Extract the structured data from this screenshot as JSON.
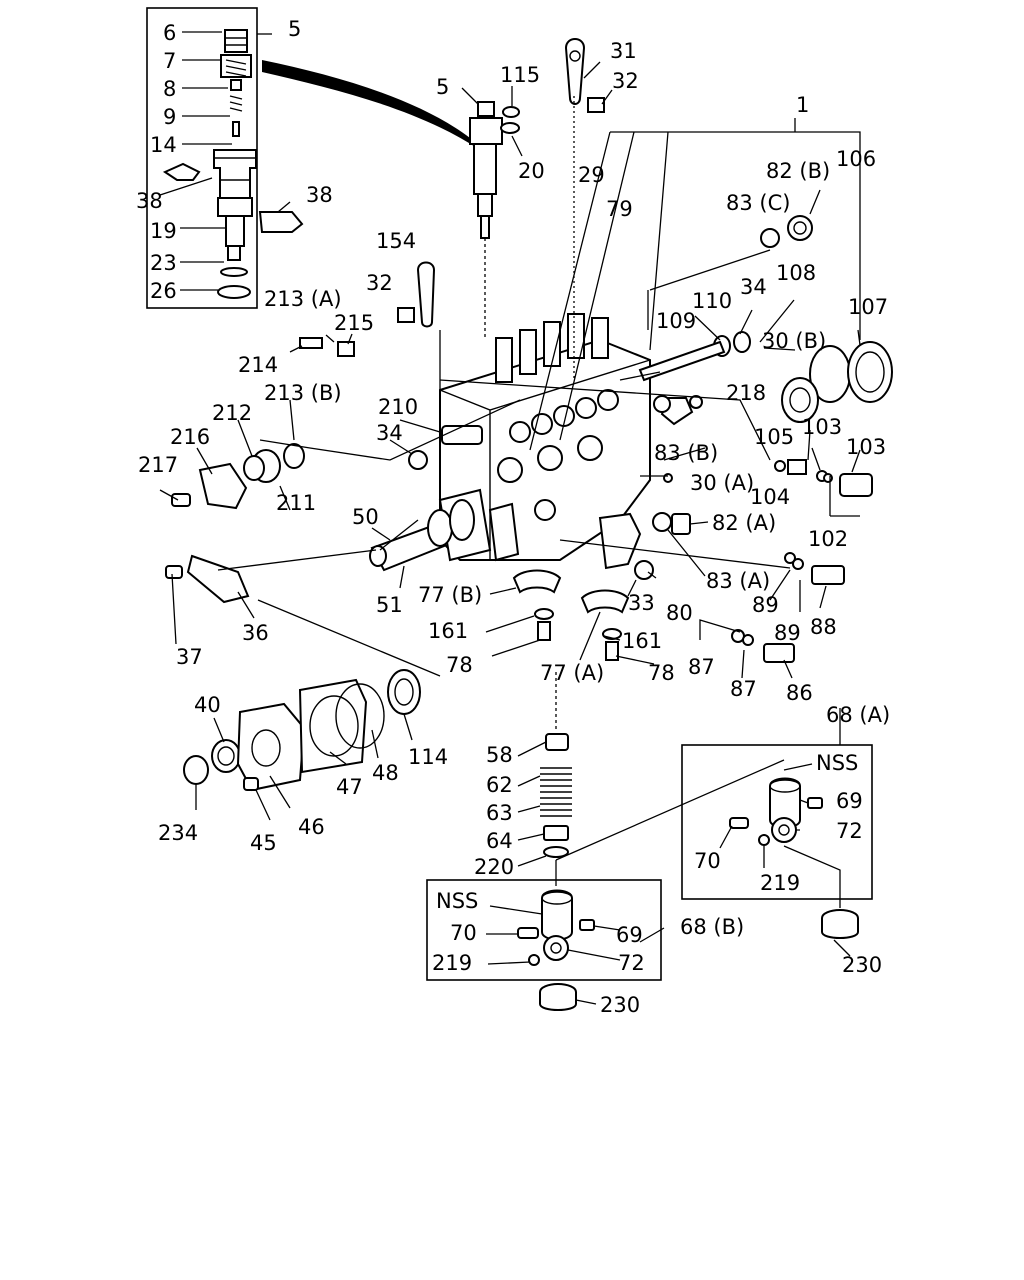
{
  "diagram": {
    "type": "exploded-parts-diagram",
    "callouts": [
      {
        "id": "c-6",
        "text": "6"
      },
      {
        "id": "c-5a",
        "text": "5"
      },
      {
        "id": "c-7",
        "text": "7"
      },
      {
        "id": "c-8",
        "text": "8"
      },
      {
        "id": "c-9",
        "text": "9"
      },
      {
        "id": "c-14",
        "text": "14"
      },
      {
        "id": "c-38a",
        "text": "38"
      },
      {
        "id": "c-38b",
        "text": "38"
      },
      {
        "id": "c-19",
        "text": "19"
      },
      {
        "id": "c-23",
        "text": "23"
      },
      {
        "id": "c-26",
        "text": "26"
      },
      {
        "id": "c-5b",
        "text": "5"
      },
      {
        "id": "c-115",
        "text": "115"
      },
      {
        "id": "c-20",
        "text": "20"
      },
      {
        "id": "c-31",
        "text": "31"
      },
      {
        "id": "c-32a",
        "text": "32"
      },
      {
        "id": "c-1",
        "text": "1"
      },
      {
        "id": "c-29",
        "text": "29"
      },
      {
        "id": "c-79",
        "text": "79"
      },
      {
        "id": "c-82b",
        "text": "82 (B)"
      },
      {
        "id": "c-106",
        "text": "106"
      },
      {
        "id": "c-83c",
        "text": "83 (C)"
      },
      {
        "id": "c-154",
        "text": "154"
      },
      {
        "id": "c-32b",
        "text": "32"
      },
      {
        "id": "c-108",
        "text": "108"
      },
      {
        "id": "c-110",
        "text": "110"
      },
      {
        "id": "c-34a",
        "text": "34"
      },
      {
        "id": "c-107",
        "text": "107"
      },
      {
        "id": "c-109",
        "text": "109"
      },
      {
        "id": "c-213a",
        "text": "213 (A)"
      },
      {
        "id": "c-215",
        "text": "215"
      },
      {
        "id": "c-30b",
        "text": "30 (B)"
      },
      {
        "id": "c-214",
        "text": "214"
      },
      {
        "id": "c-213b",
        "text": "213 (B)"
      },
      {
        "id": "c-218",
        "text": "218"
      },
      {
        "id": "c-210",
        "text": "210"
      },
      {
        "id": "c-212",
        "text": "212"
      },
      {
        "id": "c-105",
        "text": "105"
      },
      {
        "id": "c-103a",
        "text": "103"
      },
      {
        "id": "c-103b",
        "text": "103"
      },
      {
        "id": "c-216",
        "text": "216"
      },
      {
        "id": "c-34b",
        "text": "34"
      },
      {
        "id": "c-83b",
        "text": "83 (B)"
      },
      {
        "id": "c-217",
        "text": "217"
      },
      {
        "id": "c-30a",
        "text": "30 (A)"
      },
      {
        "id": "c-104",
        "text": "104"
      },
      {
        "id": "c-211",
        "text": "211"
      },
      {
        "id": "c-82a",
        "text": "82 (A)"
      },
      {
        "id": "c-102",
        "text": "102"
      },
      {
        "id": "c-50",
        "text": "50"
      },
      {
        "id": "c-83a",
        "text": "83 (A)"
      },
      {
        "id": "c-89a",
        "text": "89"
      },
      {
        "id": "c-88",
        "text": "88"
      },
      {
        "id": "c-51",
        "text": "51"
      },
      {
        "id": "c-77b",
        "text": "77 (B)"
      },
      {
        "id": "c-33",
        "text": "33"
      },
      {
        "id": "c-80",
        "text": "80"
      },
      {
        "id": "c-89b",
        "text": "89"
      },
      {
        "id": "c-161a",
        "text": "161"
      },
      {
        "id": "c-161b",
        "text": "161"
      },
      {
        "id": "c-36",
        "text": "36"
      },
      {
        "id": "c-37",
        "text": "37"
      },
      {
        "id": "c-78a",
        "text": "78"
      },
      {
        "id": "c-77a",
        "text": "77 (A)"
      },
      {
        "id": "c-78b",
        "text": "78"
      },
      {
        "id": "c-87a",
        "text": "87"
      },
      {
        "id": "c-87b",
        "text": "87"
      },
      {
        "id": "c-86",
        "text": "86"
      },
      {
        "id": "c-68a",
        "text": "68 (A)"
      },
      {
        "id": "c-40",
        "text": "40"
      },
      {
        "id": "c-114",
        "text": "114"
      },
      {
        "id": "c-58",
        "text": "58"
      },
      {
        "id": "c-nss-a",
        "text": "NSS"
      },
      {
        "id": "c-48",
        "text": "48"
      },
      {
        "id": "c-47",
        "text": "47"
      },
      {
        "id": "c-62",
        "text": "62"
      },
      {
        "id": "c-69a",
        "text": "69"
      },
      {
        "id": "c-63",
        "text": "63"
      },
      {
        "id": "c-72a",
        "text": "72"
      },
      {
        "id": "c-234",
        "text": "234"
      },
      {
        "id": "c-46",
        "text": "46"
      },
      {
        "id": "c-64",
        "text": "64"
      },
      {
        "id": "c-45",
        "text": "45"
      },
      {
        "id": "c-70a",
        "text": "70"
      },
      {
        "id": "c-220",
        "text": "220"
      },
      {
        "id": "c-219a",
        "text": "219"
      },
      {
        "id": "c-nss-b",
        "text": "NSS"
      },
      {
        "id": "c-70b",
        "text": "70"
      },
      {
        "id": "c-69b",
        "text": "69"
      },
      {
        "id": "c-68b",
        "text": "68 (B)"
      },
      {
        "id": "c-219b",
        "text": "219"
      },
      {
        "id": "c-72b",
        "text": "72"
      },
      {
        "id": "c-230a",
        "text": "230"
      },
      {
        "id": "c-230b",
        "text": "230"
      }
    ]
  }
}
